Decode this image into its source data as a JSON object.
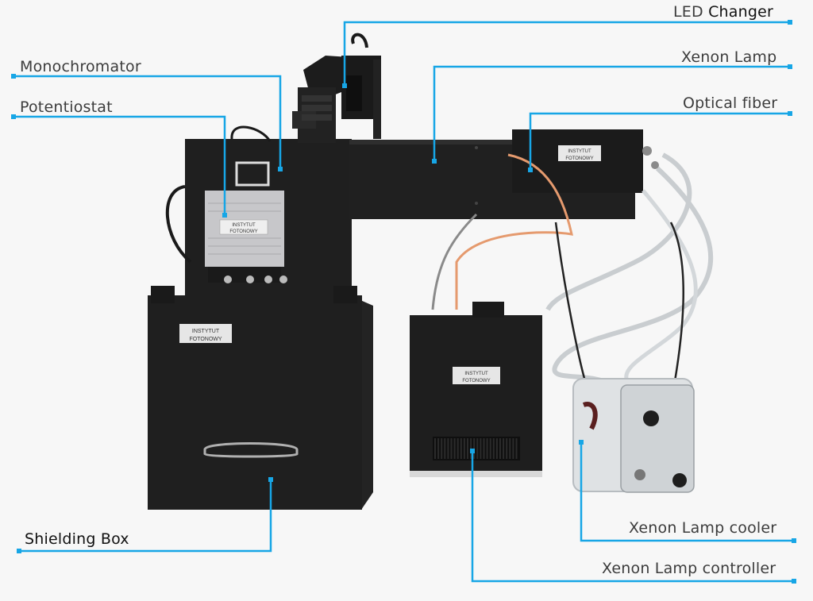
{
  "colors": {
    "callout": "#17a6e6",
    "background": "#f7f7f7",
    "device_black": "#1d1d1d",
    "device_dark": "#262626",
    "potentiostat_silver": "#c9c9cc",
    "fiber_orange": "#e59a6e",
    "tube_clear": "#d9dde0"
  },
  "labels": {
    "led_changer_prefix": "LED",
    "led_changer_word": "Changer",
    "monochromator": "Monochromator",
    "xenon_lamp": "Xenon Lamp",
    "potentiostat": "Potentiostat",
    "optical_fiber": "Optical fiber",
    "shielding_box": "Shielding Box",
    "xenon_lamp_cooler": "Xenon Lamp cooler",
    "xenon_lamp_controller": "Xenon Lamp controller"
  },
  "stickers": {
    "line1": "INSTYTUT",
    "line2": "FOTONOWY"
  },
  "icons": {
    "callout_marker": "square-marker"
  }
}
